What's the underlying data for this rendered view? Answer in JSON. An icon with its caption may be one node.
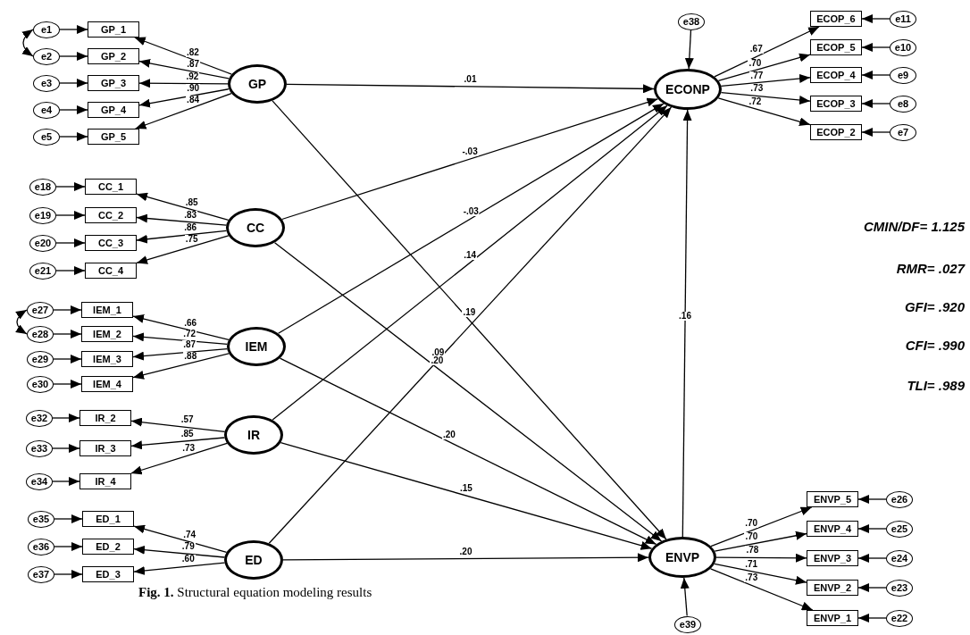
{
  "diagram": {
    "caption": "**Fig. 1.** Structural equation modeling results",
    "nodes": [
      {
        "text": [
          "e1"
        ]
      },
      {
        "text": [
          "e2"
        ]
      },
      {
        "text": [
          "e3"
        ]
      },
      {
        "text": [
          "e4"
        ]
      },
      {
        "text": [
          "e5"
        ]
      },
      {
        "text": [
          "GP_1"
        ]
      },
      {
        "text": [
          "GP_2"
        ]
      },
      {
        "text": [
          "GP_3"
        ]
      },
      {
        "text": [
          "GP_4"
        ]
      },
      {
        "text": [
          "GP_5"
        ]
      },
      {
        "text": [
          "GP"
        ]
      },
      {
        "text": [
          "e18"
        ]
      },
      {
        "text": [
          "e19"
        ]
      },
      {
        "text": [
          "e20"
        ]
      },
      {
        "text": [
          "e21"
        ]
      },
      {
        "text": [
          "CC_1"
        ]
      },
      {
        "text": [
          "CC_2"
        ]
      },
      {
        "text": [
          "CC_3"
        ]
      },
      {
        "text": [
          "CC_4"
        ]
      },
      {
        "text": [
          "CC"
        ]
      },
      {
        "text": [
          "e27"
        ]
      },
      {
        "text": [
          "e28"
        ]
      },
      {
        "text": [
          "e29"
        ]
      },
      {
        "text": [
          "e30"
        ]
      },
      {
        "text": [
          "IEM_1"
        ]
      },
      {
        "text": [
          "IEM_2"
        ]
      },
      {
        "text": [
          "IEM_3"
        ]
      },
      {
        "text": [
          "IEM_4"
        ]
      },
      {
        "text": [
          "IEM"
        ]
      },
      {
        "text": [
          "e32"
        ]
      },
      {
        "text": [
          "e33"
        ]
      },
      {
        "text": [
          "e34"
        ]
      },
      {
        "text": [
          "IR_2"
        ]
      },
      {
        "text": [
          "IR_3"
        ]
      },
      {
        "text": [
          "IR_4"
        ]
      },
      {
        "text": [
          "IR"
        ]
      },
      {
        "text": [
          "e35"
        ]
      },
      {
        "text": [
          "e36"
        ]
      },
      {
        "text": [
          "e37"
        ]
      },
      {
        "text": [
          "ED_1"
        ]
      },
      {
        "text": [
          "ED_2"
        ]
      },
      {
        "text": [
          "ED_3"
        ]
      },
      {
        "text": [
          "ED"
        ]
      },
      {
        "text": [
          "e38"
        ]
      },
      {
        "text": [
          "ECONP"
        ]
      },
      {
        "text": [
          "ECOP_6"
        ]
      },
      {
        "text": [
          "ECOP_5"
        ]
      },
      {
        "text": [
          "ECOP_4"
        ]
      },
      {
        "text": [
          "ECOP_3"
        ]
      },
      {
        "text": [
          "ECOP_2"
        ]
      },
      {
        "text": [
          "e11"
        ]
      },
      {
        "text": [
          "e10"
        ]
      },
      {
        "text": [
          "e9"
        ]
      },
      {
        "text": [
          "e8"
        ]
      },
      {
        "text": [
          "e7"
        ]
      },
      {
        "text": [
          "ENVP"
        ]
      },
      {
        "text": [
          "ENVP_5"
        ]
      },
      {
        "text": [
          "ENVP_4"
        ]
      },
      {
        "text": [
          "ENVP_3"
        ]
      },
      {
        "text": [
          "ENVP_2"
        ]
      },
      {
        "text": [
          "ENVP_1"
        ]
      },
      {
        "text": [
          "e26"
        ]
      },
      {
        "text": [
          "e25"
        ]
      },
      {
        "text": [
          "e24"
        ]
      },
      {
        "text": [
          "e23"
        ]
      },
      {
        "text": [
          "e22"
        ]
      },
      {
        "text": [
          "e39"
        ]
      }
    ],
    "edges": [
      {
        "from": 0,
        "to": 5,
        "arrow": "to"
      },
      {
        "from": 1,
        "to": 6,
        "arrow": "to"
      },
      {
        "from": 2,
        "to": 7,
        "arrow": "to"
      },
      {
        "from": 3,
        "to": 8,
        "arrow": "to"
      },
      {
        "from": 4,
        "to": 9,
        "arrow": "to"
      },
      {
        "from": 0,
        "to": 1,
        "arrow": "both"
      },
      {
        "from": 10,
        "to": 5,
        "arrow": "to",
        "label": ".82"
      },
      {
        "from": 10,
        "to": 6,
        "arrow": "to",
        "label": ".87"
      },
      {
        "from": 10,
        "to": 7,
        "arrow": "to",
        "label": ".92"
      },
      {
        "from": 10,
        "to": 8,
        "arrow": "to",
        "label": ".90"
      },
      {
        "from": 10,
        "to": 9,
        "arrow": "to",
        "label": ".84"
      },
      {
        "from": 11,
        "to": 15,
        "arrow": "to"
      },
      {
        "from": 12,
        "to": 16,
        "arrow": "to"
      },
      {
        "from": 13,
        "to": 17,
        "arrow": "to"
      },
      {
        "from": 14,
        "to": 18,
        "arrow": "to"
      },
      {
        "from": 19,
        "to": 15,
        "arrow": "to",
        "label": ".85"
      },
      {
        "from": 19,
        "to": 16,
        "arrow": "to",
        "label": ".83"
      },
      {
        "from": 19,
        "to": 17,
        "arrow": "to",
        "label": ".86"
      },
      {
        "from": 19,
        "to": 18,
        "arrow": "to",
        "label": ".75"
      },
      {
        "from": 20,
        "to": 24,
        "arrow": "to"
      },
      {
        "from": 21,
        "to": 25,
        "arrow": "to"
      },
      {
        "from": 22,
        "to": 26,
        "arrow": "to"
      },
      {
        "from": 23,
        "to": 27,
        "arrow": "to"
      },
      {
        "from": 20,
        "to": 21,
        "arrow": "both"
      },
      {
        "from": 28,
        "to": 24,
        "arrow": "to",
        "label": ".66"
      },
      {
        "from": 28,
        "to": 25,
        "arrow": "to",
        "label": ".72"
      },
      {
        "from": 28,
        "to": 26,
        "arrow": "to",
        "label": ".87"
      },
      {
        "from": 28,
        "to": 27,
        "arrow": "to",
        "label": ".88"
      },
      {
        "from": 29,
        "to": 32,
        "arrow": "to"
      },
      {
        "from": 30,
        "to": 33,
        "arrow": "to"
      },
      {
        "from": 31,
        "to": 34,
        "arrow": "to"
      },
      {
        "from": 35,
        "to": 32,
        "arrow": "to",
        "label": ".57"
      },
      {
        "from": 35,
        "to": 33,
        "arrow": "to",
        "label": ".85"
      },
      {
        "from": 35,
        "to": 34,
        "arrow": "to",
        "label": ".73"
      },
      {
        "from": 36,
        "to": 39,
        "arrow": "to"
      },
      {
        "from": 37,
        "to": 40,
        "arrow": "to"
      },
      {
        "from": 38,
        "to": 41,
        "arrow": "to"
      },
      {
        "from": 42,
        "to": 39,
        "arrow": "to",
        "label": ".74"
      },
      {
        "from": 42,
        "to": 40,
        "arrow": "to",
        "label": ".79"
      },
      {
        "from": 42,
        "to": 41,
        "arrow": "to",
        "label": ".60"
      },
      {
        "from": 10,
        "to": 44,
        "arrow": "to",
        "label": ".01"
      },
      {
        "from": 19,
        "to": 44,
        "arrow": "to",
        "label": "-.03"
      },
      {
        "from": 28,
        "to": 44,
        "arrow": "to",
        "label": "-.03"
      },
      {
        "from": 35,
        "to": 44,
        "arrow": "to",
        "label": ".14"
      },
      {
        "from": 42,
        "to": 44,
        "arrow": "to",
        "label": ".09"
      },
      {
        "from": 10,
        "to": 55,
        "arrow": "to",
        "label": ".19"
      },
      {
        "from": 19,
        "to": 55,
        "arrow": "to",
        "label": ".20"
      },
      {
        "from": 28,
        "to": 55,
        "arrow": "to",
        "label": ".20"
      },
      {
        "from": 35,
        "to": 55,
        "arrow": "to",
        "label": ".15"
      },
      {
        "from": 42,
        "to": 55,
        "arrow": "to",
        "label": ".20"
      },
      {
        "from": 55,
        "to": 44,
        "arrow": "to",
        "label": ".16"
      },
      {
        "from": 43,
        "to": 44,
        "arrow": "to"
      },
      {
        "from": 44,
        "to": 45,
        "arrow": "to",
        "label": ".67"
      },
      {
        "from": 44,
        "to": 46,
        "arrow": "to",
        "label": ".70"
      },
      {
        "from": 44,
        "to": 47,
        "arrow": "to",
        "label": ".77"
      },
      {
        "from": 44,
        "to": 48,
        "arrow": "to",
        "label": ".73"
      },
      {
        "from": 44,
        "to": 49,
        "arrow": "to",
        "label": ".72"
      },
      {
        "from": 50,
        "to": 45,
        "arrow": "to"
      },
      {
        "from": 51,
        "to": 46,
        "arrow": "to"
      },
      {
        "from": 52,
        "to": 47,
        "arrow": "to"
      },
      {
        "from": 53,
        "to": 48,
        "arrow": "to"
      },
      {
        "from": 54,
        "to": 49,
        "arrow": "to"
      },
      {
        "from": 55,
        "to": 56,
        "arrow": "to",
        "label": ".70"
      },
      {
        "from": 55,
        "to": 57,
        "arrow": "to",
        "label": ".70"
      },
      {
        "from": 55,
        "to": 58,
        "arrow": "to",
        "label": ".78"
      },
      {
        "from": 55,
        "to": 59,
        "arrow": "to",
        "label": ".71"
      },
      {
        "from": 55,
        "to": 60,
        "arrow": "to",
        "label": ".73"
      },
      {
        "from": 61,
        "to": 56,
        "arrow": "to"
      },
      {
        "from": 62,
        "to": 57,
        "arrow": "to"
      },
      {
        "from": 63,
        "to": 58,
        "arrow": "to"
      },
      {
        "from": 64,
        "to": 59,
        "arrow": "to"
      },
      {
        "from": 65,
        "to": 60,
        "arrow": "to"
      },
      {
        "from": 66,
        "to": 55,
        "arrow": "to"
      }
    ],
    "labels": [
      "CMIN/DF= 1.125",
      "RMR= .027",
      "GFI= .920",
      "CFI= .990",
      "TLI= .989"
    ]
  }
}
